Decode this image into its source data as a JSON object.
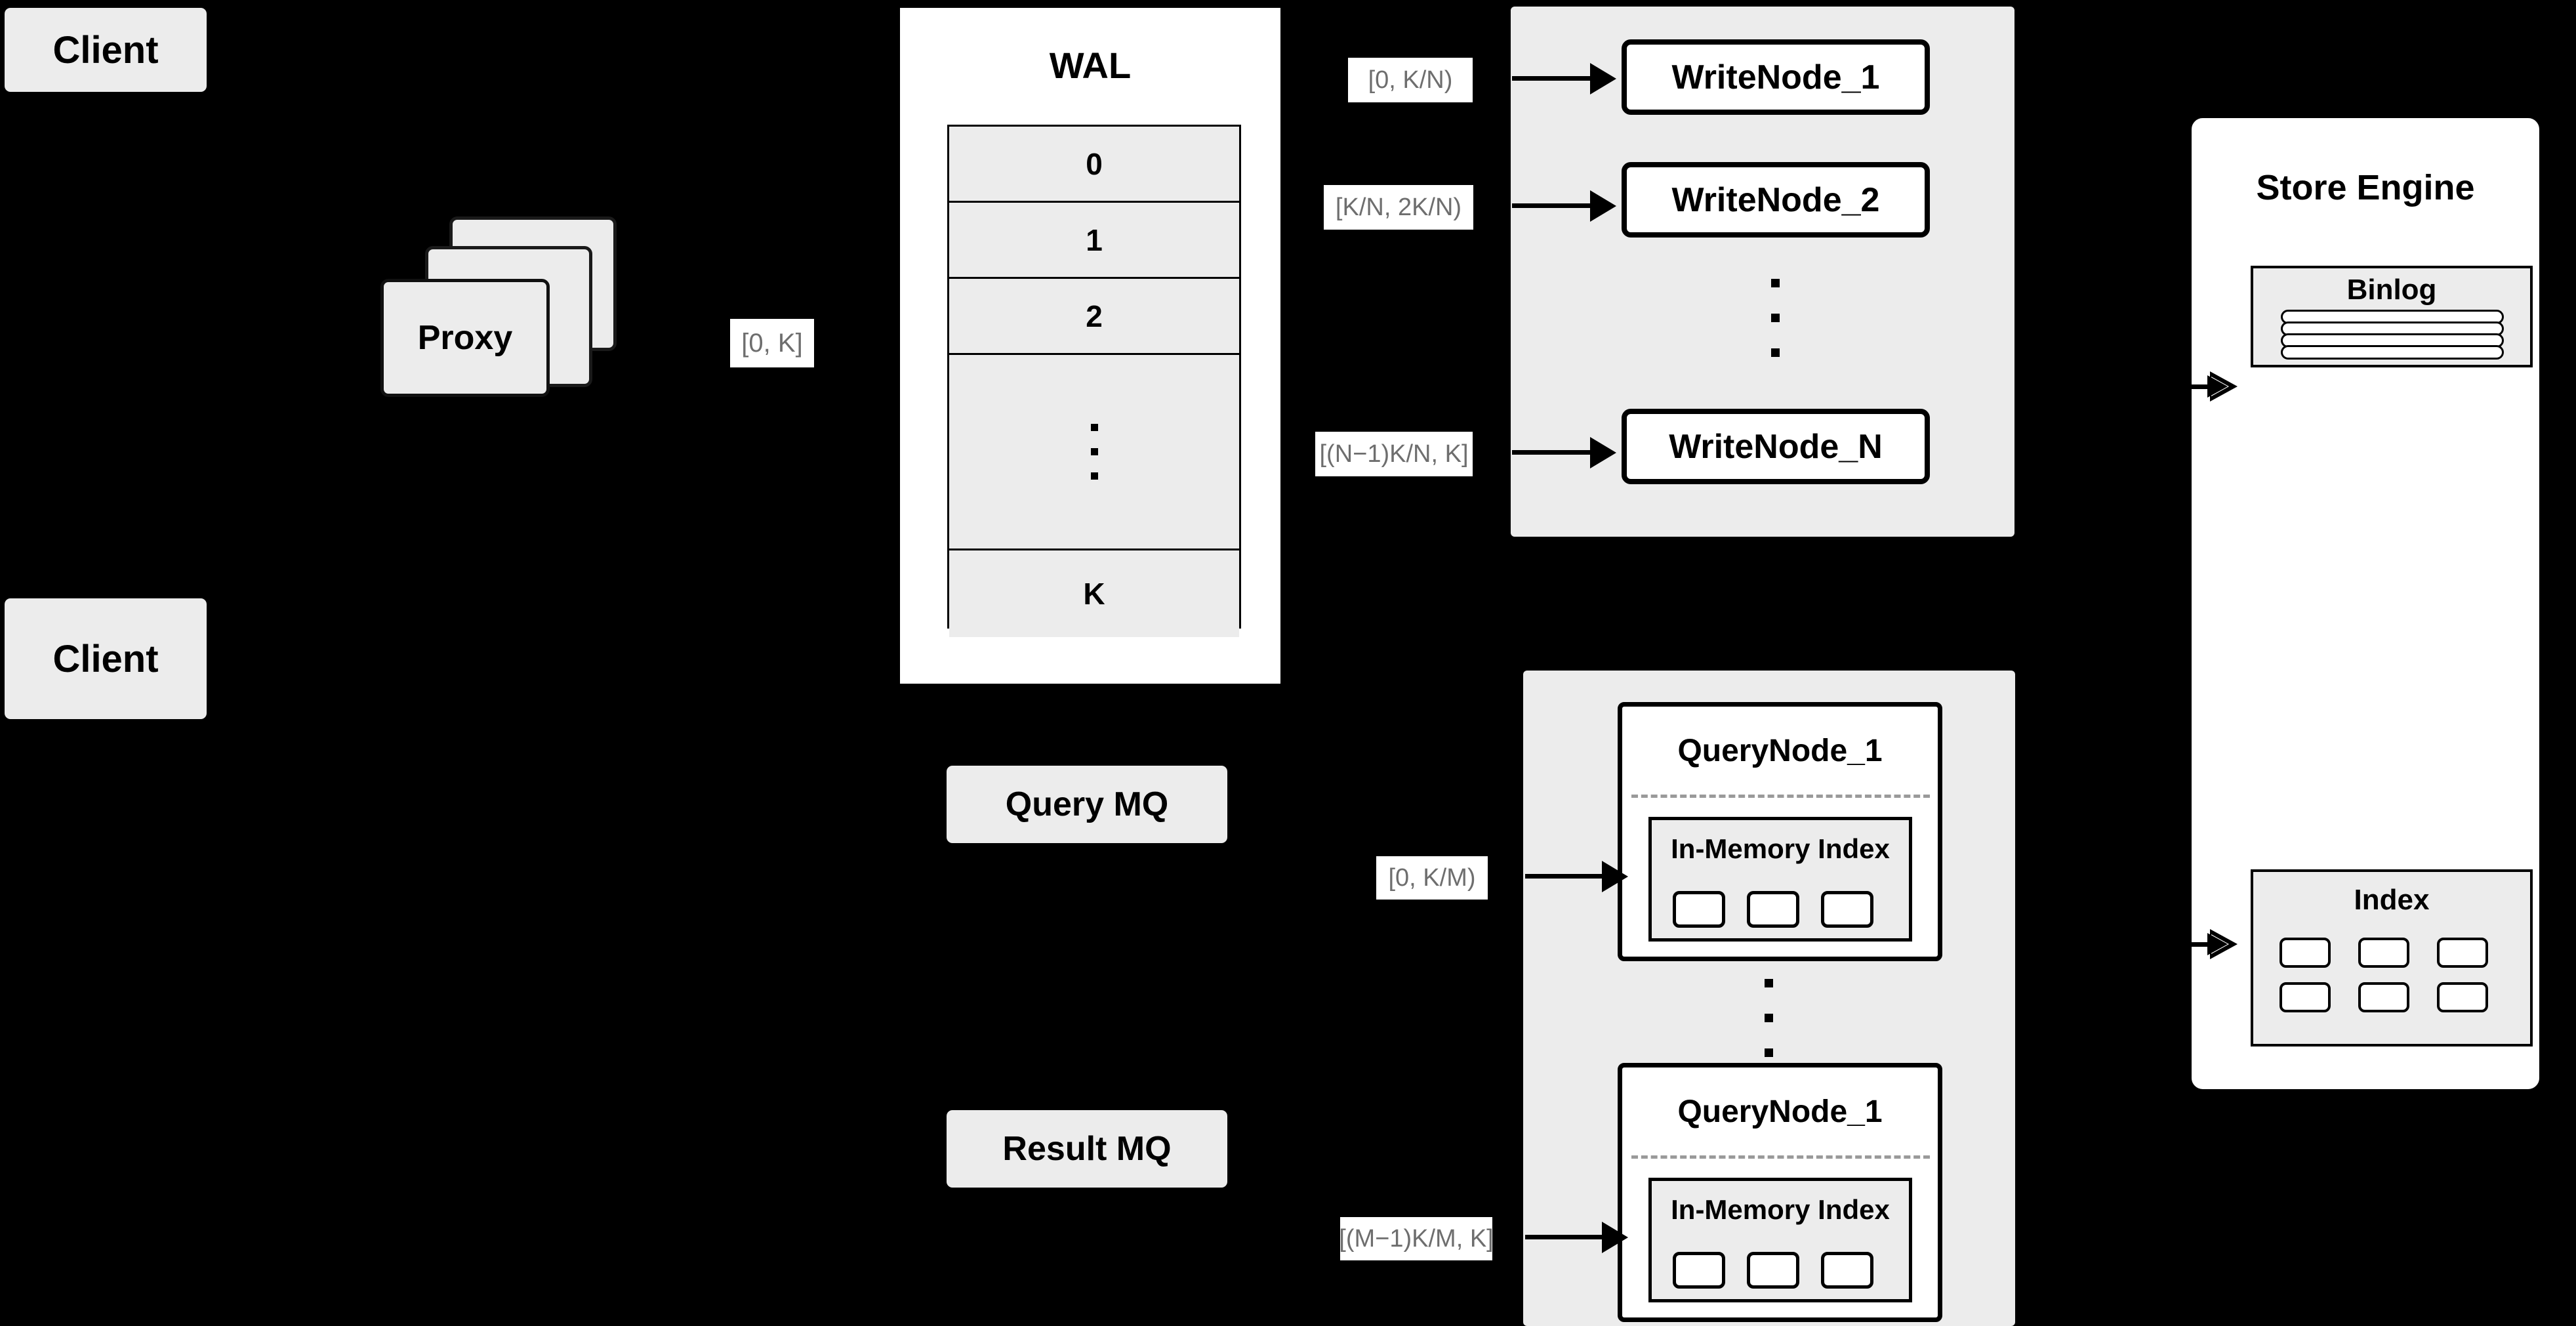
{
  "diagram": {
    "background_color": "#000000",
    "accent_fill": "#ECECEC",
    "label_text_color": "#6E6E6E",
    "stroke_color": "#000000"
  },
  "clients": [
    {
      "label": "Client"
    },
    {
      "label": "Client"
    }
  ],
  "proxy": {
    "label": "Proxy",
    "stack_count": 3
  },
  "proxy_range_label": "[0, K]",
  "wal": {
    "title": "WAL",
    "rows": [
      "0",
      "1",
      "2",
      "⋮",
      "K"
    ],
    "dots_row_index": 3
  },
  "write_cluster": {
    "nodes": [
      {
        "label": "WriteNode_1",
        "range": "[0,  K/N)"
      },
      {
        "label": "WriteNode_2",
        "range": "[K/N, 2K/N)"
      },
      {
        "label": "WriteNode_N",
        "range": "[(N−1)K/N,  K]"
      }
    ],
    "ellipsis": "⋮"
  },
  "query_cluster": {
    "nodes": [
      {
        "label": "QueryNode_1",
        "range": "[0, K/M)",
        "inner": {
          "title": "In-Memory Index",
          "cell_count": 3
        }
      },
      {
        "label": "QueryNode_1",
        "range": "[(M−1)K/M, K]",
        "inner": {
          "title": "In-Memory Index",
          "cell_count": 3
        }
      }
    ],
    "ellipsis": "⋮"
  },
  "message_queues": [
    {
      "label": "Query MQ"
    },
    {
      "label": "Result MQ"
    }
  ],
  "store_engine": {
    "title": "Store Engine",
    "binlog": {
      "title": "Binlog",
      "bar_count": 4
    },
    "index": {
      "title": "Index",
      "cell_count": 6
    }
  }
}
